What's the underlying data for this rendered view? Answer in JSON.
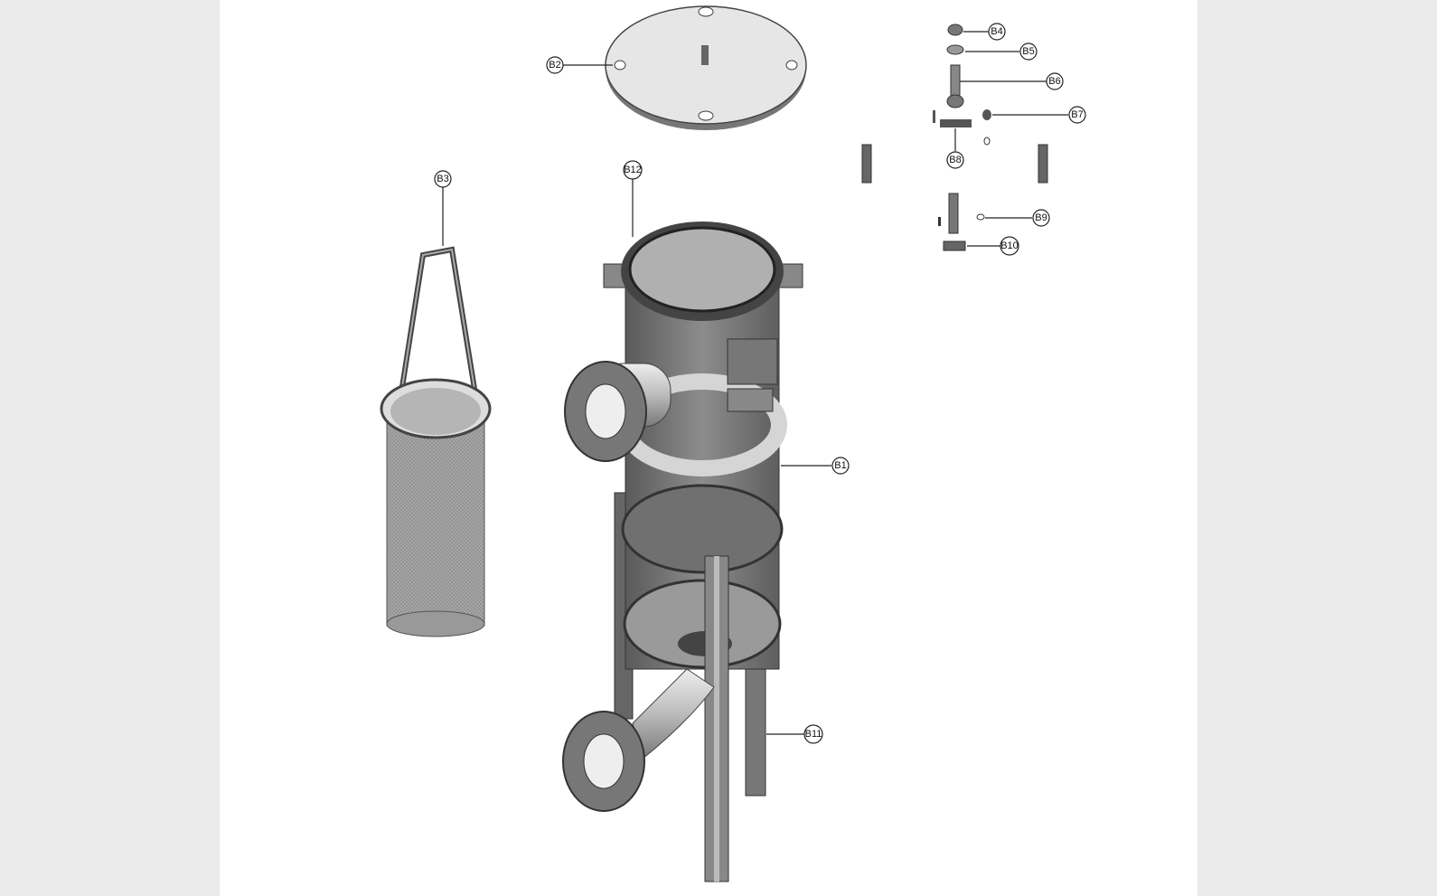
{
  "diagram": {
    "title_hidden": null,
    "labels": {
      "b1": "B1",
      "b2": "B2",
      "b3": "B3",
      "b4": "B4",
      "b5": "B5",
      "b6": "B6",
      "b7": "B7",
      "b8": "B8",
      "b9": "B9",
      "b10": "B10",
      "b11": "B11",
      "b12": "B12"
    },
    "colors": {
      "margin": "#ebebeb",
      "paper": "#ffffff",
      "metal_dark": "#555555",
      "metal_mid": "#8a8a8a",
      "metal_light": "#c8c8c8"
    }
  }
}
